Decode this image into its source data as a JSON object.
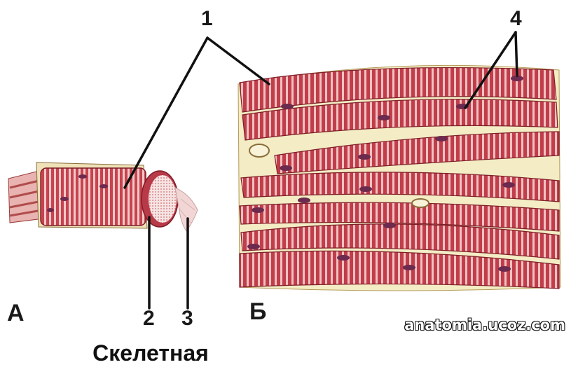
{
  "labels": {
    "one": "1",
    "two": "2",
    "three": "3",
    "four": "4",
    "panel_a": "А",
    "panel_b": "Б"
  },
  "caption": "Скелетная",
  "watermark": "anatomia.ucoz.com",
  "colors": {
    "fiber": "#c8424f",
    "fiber_dark": "#8e1f2c",
    "striation": "#f0c9c7",
    "connective": "#f3ecc4",
    "nucleus": "#6b2a4e",
    "background": "#ffffff"
  }
}
